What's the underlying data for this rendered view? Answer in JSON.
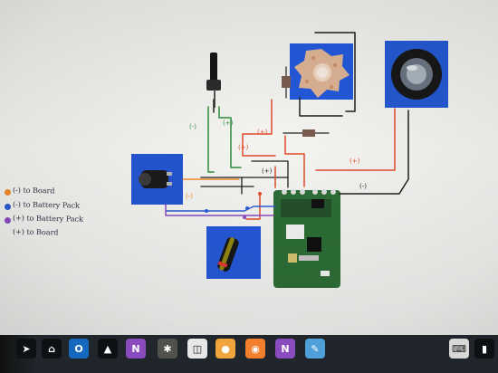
{
  "legend": {
    "items": [
      {
        "text": "(-) to Board",
        "color": "#f08a2c"
      },
      {
        "text": "(-) to Battery Pack",
        "color": "#2d5bd6"
      },
      {
        "text": "(+) to Battery Pack",
        "color": "#8b4cc0"
      },
      {
        "text": "(+) to Board",
        "color": ""
      }
    ]
  },
  "wire_labels": {
    "green_minus": "(-)",
    "green_plus": "(+)",
    "red_plus_top": "(+)",
    "red_plus_mid": "(+)",
    "plus_mid": "(+)",
    "orange_minus_left": "(-)",
    "red_plus_right": "(+)",
    "black_minus_right": "(-)"
  },
  "colors": {
    "black": "#1f1f1f",
    "green": "#2f8d3e",
    "red": "#e24b2a",
    "orange": "#f08a2c",
    "blue": "#2d5bd6",
    "purple": "#8b4cc0"
  },
  "taskbar": {
    "items": [
      {
        "icon": "cursor-icon",
        "label": ""
      },
      {
        "icon": "home-icon",
        "label": ""
      },
      {
        "icon": "outlook-icon",
        "label": "O"
      },
      {
        "icon": "chart-icon",
        "label": ""
      },
      {
        "icon": "onenote-icon",
        "label": "N"
      },
      {
        "icon": "game-icon",
        "label": ""
      },
      {
        "icon": "media-icon",
        "label": ""
      },
      {
        "icon": "disc-icon",
        "label": ""
      },
      {
        "icon": "firefox-icon",
        "label": ""
      },
      {
        "icon": "onenote-icon",
        "label": "N"
      },
      {
        "icon": "paint-icon",
        "label": ""
      },
      {
        "icon": "keyboard-icon",
        "label": ""
      },
      {
        "icon": "signal-icon",
        "label": ""
      }
    ]
  }
}
